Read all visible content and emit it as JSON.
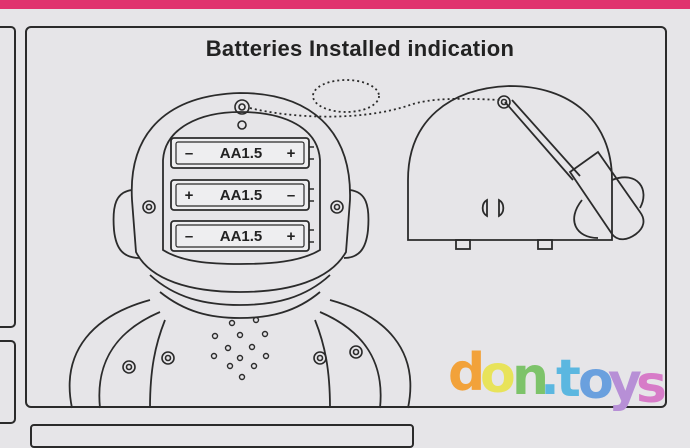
{
  "title": "Batteries Installed indication",
  "batteries": [
    {
      "label": "AA1.5",
      "left_sign": "–",
      "right_sign": "+"
    },
    {
      "label": "AA1.5",
      "left_sign": "+",
      "right_sign": "–"
    },
    {
      "label": "AA1.5",
      "left_sign": "–",
      "right_sign": "+"
    }
  ],
  "watermark": {
    "letters": [
      "d",
      "o",
      "n",
      ".",
      "t",
      "o",
      "y",
      "s"
    ],
    "colors": [
      "#f2a23a",
      "#e8e35a",
      "#7dc36a",
      "#5bb7e0",
      "#5bb7e0",
      "#6aa0de",
      "#b78fd6",
      "#d77bc8"
    ]
  },
  "colors": {
    "accent_strip": "#e0336e",
    "line": "#2b2b2b",
    "background": "#e6e5e8"
  }
}
